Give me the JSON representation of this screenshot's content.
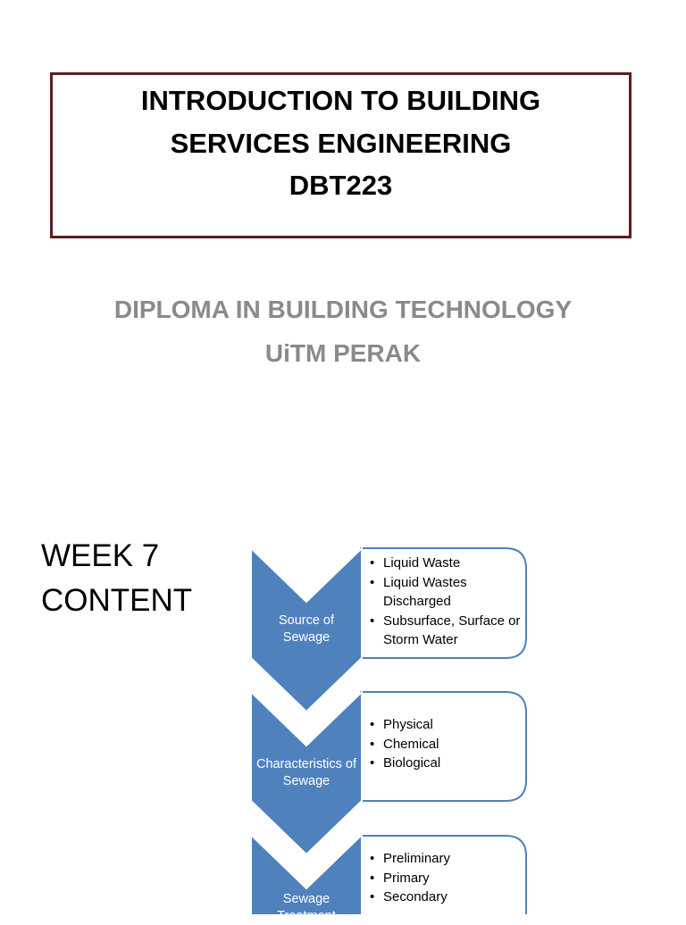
{
  "title": {
    "line1": "INTRODUCTION TO BUILDING",
    "line2": "SERVICES ENGINEERING",
    "line3": "DBT223"
  },
  "subtitle": {
    "line1": "DIPLOMA IN BUILDING TECHNOLOGY",
    "line2": "UiTM PERAK"
  },
  "week": {
    "line1": "WEEK 7",
    "line2": "CONTENT"
  },
  "colors": {
    "title_border": "#5a1e1e",
    "subtitle_text": "#8a8a8a",
    "chevron_fill": "#4f81bd",
    "chevron_stroke": "#ffffff",
    "box_border": "#4f81bd"
  },
  "diagram": {
    "steps": [
      {
        "label_line1": "Source of",
        "label_line2": "Sewage",
        "items": [
          "Liquid Waste",
          "Liquid Wastes Discharged",
          "Subsurface, Surface or Storm Water"
        ]
      },
      {
        "label_line1": "Characteristics of",
        "label_line2": "Sewage",
        "items": [
          "Physical",
          "Chemical",
          "Biological"
        ]
      },
      {
        "label_line1": "Sewage",
        "label_line2": "Treatment",
        "items": [
          "Preliminary",
          "Primary",
          "Secondary"
        ]
      }
    ]
  }
}
